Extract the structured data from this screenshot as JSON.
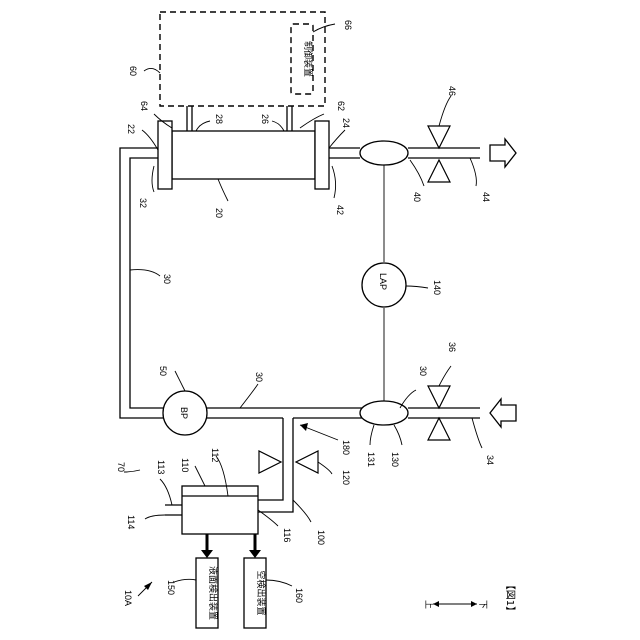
{
  "caption": "【図1】",
  "direction": {
    "up": "上",
    "down": "下"
  },
  "components": {
    "control_device": "制御装置",
    "liquid_level_detector": "液面検出装置",
    "air_detector": "空検出装置",
    "lap_sensor": "LAP",
    "blood_pump": "BP"
  },
  "labels": {
    "n10A": "10A",
    "n20": "20",
    "n22": "22",
    "n24": "24",
    "n26": "26",
    "n28": "28",
    "n30a": "30",
    "n30b": "30",
    "n30c": "30",
    "n32": "32",
    "n34": "34",
    "n36": "36",
    "n40": "40",
    "n42": "42",
    "n44": "44",
    "n46": "46",
    "n50": "50",
    "n60": "60",
    "n62": "62",
    "n64": "64",
    "n66": "66",
    "n70": "70",
    "n100": "100",
    "n110": "110",
    "n112": "112",
    "n113": "113",
    "n114": "114",
    "n116": "116",
    "n120": "120",
    "n130": "130",
    "n131": "131",
    "n140": "140",
    "n150": "150",
    "n160": "160",
    "n180": "180"
  }
}
